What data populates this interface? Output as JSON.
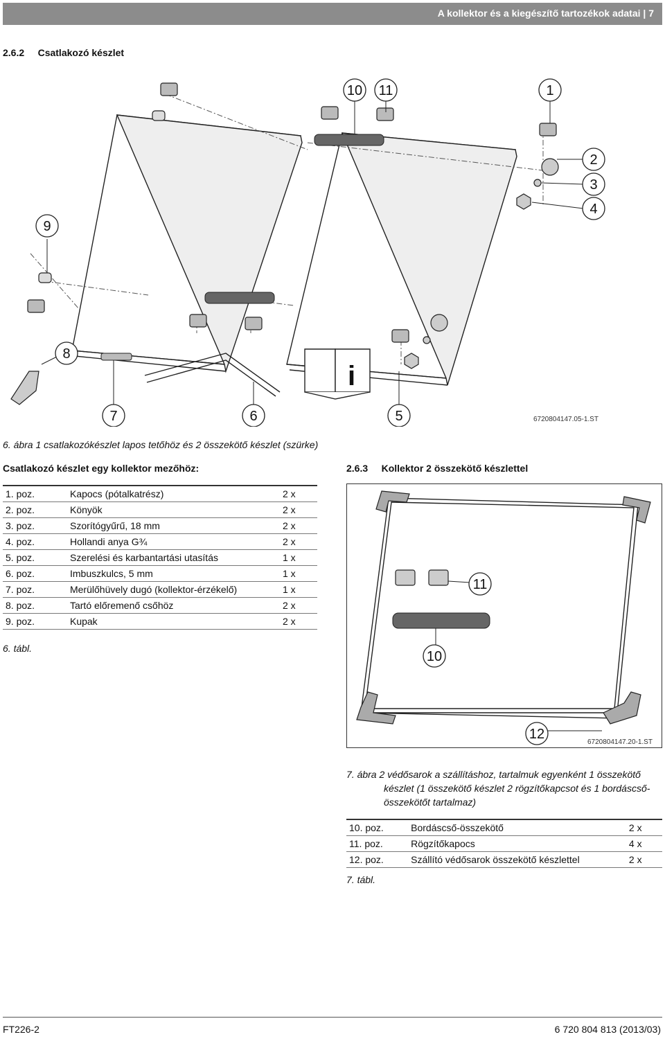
{
  "header": {
    "title": "A kollektor és a kiegészítő tartozékok adatai | 7"
  },
  "section1": {
    "heading": "2.6.2     Csatlakozó készlet",
    "figure": {
      "callouts": [
        "10",
        "11",
        "1",
        "2",
        "3",
        "4",
        "9",
        "8",
        "7",
        "6",
        "5"
      ],
      "ref": "6720804147.05-1.ST",
      "caption": "6. ábra  1 csatlakozókészlet lapos tetőhöz és 2 összekötő készlet (szürke)"
    },
    "table_title": "Csatlakozó készlet egy kollektor mezőhöz:",
    "rows": [
      {
        "pos": "1. poz.",
        "name": "Kapocs (pótalkatrész)",
        "qty": "2 x"
      },
      {
        "pos": "2. poz.",
        "name": "Könyök",
        "qty": "2 x"
      },
      {
        "pos": "3. poz.",
        "name": "Szorítógyűrű, 18 mm",
        "qty": "2 x"
      },
      {
        "pos": "4. poz.",
        "name": "Hollandi anya G¾",
        "qty": "2 x"
      },
      {
        "pos": "5. poz.",
        "name": "Szerelési és karbantartási utasítás",
        "qty": "1 x"
      },
      {
        "pos": "6. poz.",
        "name": "Imbuszkulcs, 5 mm",
        "qty": "1 x"
      },
      {
        "pos": "7. poz.",
        "name": "Merülőhüvely dugó (kollektor-érzékelő)",
        "qty": "1 x"
      },
      {
        "pos": "8. poz.",
        "name": "Tartó előremenő csőhöz",
        "qty": "2 x"
      },
      {
        "pos": "9. poz.",
        "name": "Kupak",
        "qty": "2 x"
      }
    ],
    "table_caption": "6. tábl."
  },
  "section2": {
    "heading": "2.6.3     Kollektor 2 összekötő készlettel",
    "figure": {
      "callouts": [
        "11",
        "10",
        "12"
      ],
      "ref": "6720804147.20-1.ST",
      "caption_lines": [
        "7. ábra  2 védősarok a szállításhoz, tartalmuk egyenként 1 összekötő",
        "készlet (1 összekötő készlet 2 rögzítőkapcsot és 1 bordáscső-",
        "összekötőt tartalmaz)"
      ]
    },
    "rows": [
      {
        "pos": "10. poz.",
        "name": "Bordáscső-összekötő",
        "qty": "2 x"
      },
      {
        "pos": "11. poz.",
        "name": "Rögzítőkapocs",
        "qty": "4 x"
      },
      {
        "pos": "12. poz.",
        "name": "Szállító védősarok összekötő készlettel",
        "qty": "2 x"
      }
    ],
    "table_caption": "7. tábl."
  },
  "footer": {
    "left": "FT226-2",
    "right": "6 720 804 813 (2013/03)"
  }
}
